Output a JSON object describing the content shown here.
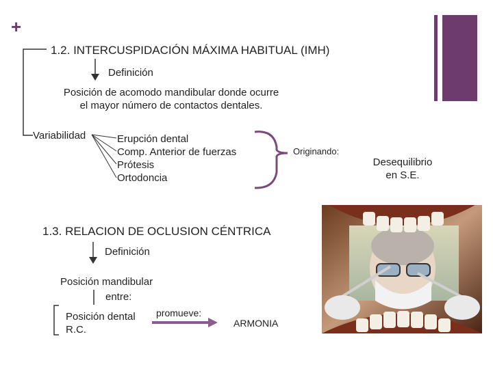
{
  "section1": {
    "title": "1.2. INTERCUSPIDACIÓN MÁXIMA HABITUAL (IMH)",
    "definition_label": "Definición",
    "definition_text": [
      "Posición  de acomodo mandibular donde ocurre",
      "el mayor número de contactos dentales."
    ],
    "variability_label": "Variabilidad",
    "factors": [
      "Erupción dental",
      "Comp. Anterior de fuerzas",
      "Prótesis",
      "Ortodoncia"
    ],
    "originating_label": "Originando:",
    "result": [
      "Desequilibrio",
      "en S.E."
    ]
  },
  "section2": {
    "title": "1.3. RELACION DE OCLUSION CÉNTRICA",
    "definition_label": "Definición",
    "position_text": [
      "Posición  mandibular",
      "entre:"
    ],
    "items": [
      "Posición dental",
      "R.C."
    ],
    "promotes_label": "promueve:",
    "outcome": "ARMONIA"
  },
  "decor": {
    "plus_symbol": "+",
    "accent_color": "#6d3b6e",
    "arrow_color": "#8b5d8c"
  },
  "photo": {
    "icon": "dentist-photo"
  }
}
